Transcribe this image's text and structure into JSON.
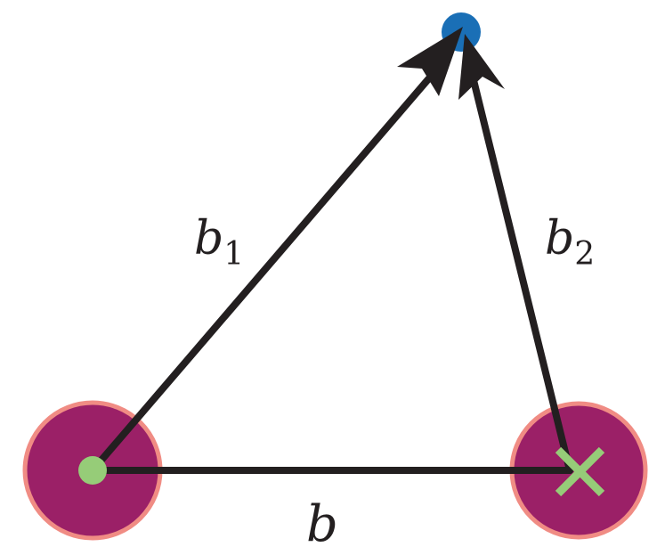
{
  "diagram": {
    "labels": {
      "b1_main": "b",
      "b1_sub": "1",
      "b2_main": "b",
      "b2_sub": "2",
      "b_main": "b"
    }
  },
  "colors": {
    "background": "#ffffff",
    "arrow": "#231f20",
    "disk_fill": "#9b2067",
    "disk_stroke": "#f08c84",
    "source_dot": "#96cc78",
    "cross_marker": "#96cc78",
    "target_dot": "#1a6fb6"
  }
}
